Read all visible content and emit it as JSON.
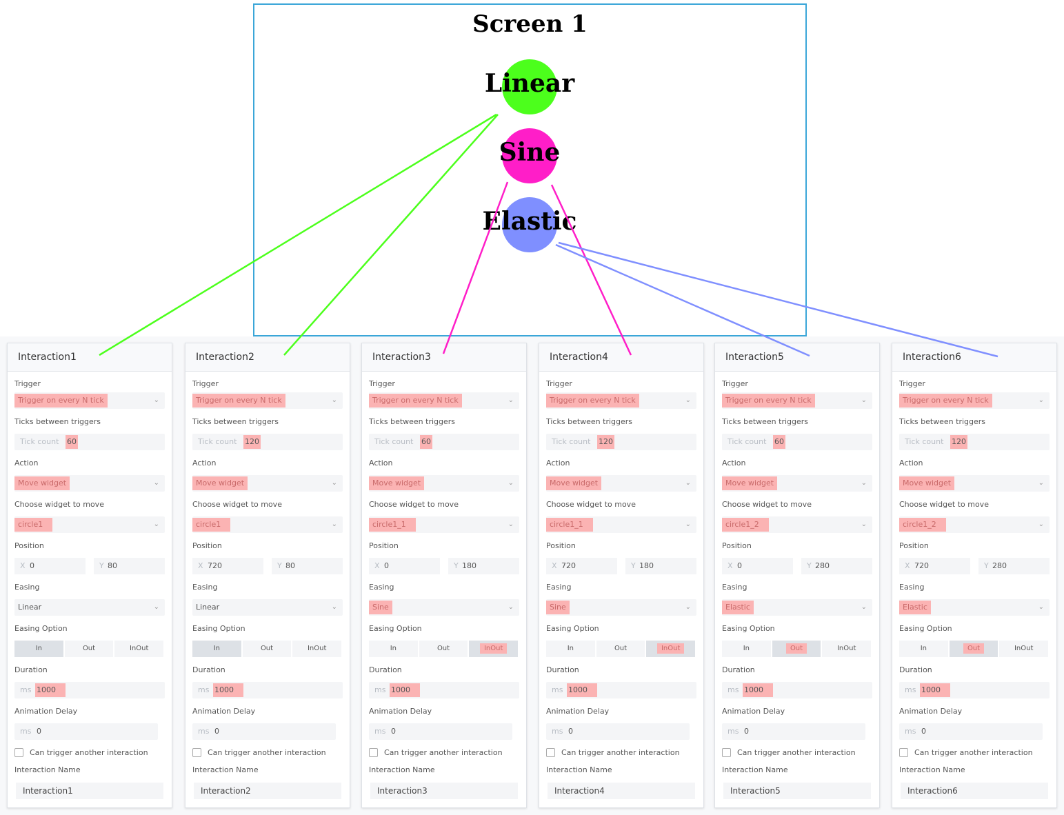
{
  "screen": {
    "title": "Screen 1",
    "circles": [
      {
        "label": "Linear",
        "color": "#4cff1c"
      },
      {
        "label": "Sine",
        "color": "#ff1ec8"
      },
      {
        "label": "Elastic",
        "color": "#7f8fff"
      }
    ]
  },
  "labels": {
    "trigger": "Trigger",
    "ticks": "Ticks between triggers",
    "tick_placeholder": "Tick count",
    "action": "Action",
    "choose": "Choose widget to move",
    "position": "Position",
    "x": "X",
    "y": "Y",
    "easing": "Easing",
    "easing_option": "Easing Option",
    "duration": "Duration",
    "ms": "ms",
    "delay": "Animation Delay",
    "can_trigger": "Can trigger another interaction",
    "interaction_name": "Interaction Name",
    "opt_in": "In",
    "opt_out": "Out",
    "opt_inout": "InOut"
  },
  "interactions": [
    {
      "title": "Interaction1",
      "trigger": "Trigger on every N tick",
      "ticks": "60",
      "action": "Move widget",
      "widget": "circle1",
      "x": "0",
      "y": "80",
      "easing": "Linear",
      "option": "In",
      "duration": "1000",
      "delay": "0",
      "name": "Interaction1"
    },
    {
      "title": "Interaction2",
      "trigger": "Trigger on every N tick",
      "ticks": "120",
      "action": "Move widget",
      "widget": "circle1",
      "x": "720",
      "y": "80",
      "easing": "Linear",
      "option": "In",
      "duration": "1000",
      "delay": "0",
      "name": "Interaction2"
    },
    {
      "title": "Interaction3",
      "trigger": "Trigger on every N tick",
      "ticks": "60",
      "action": "Move widget",
      "widget": "circle1_1",
      "x": "0",
      "y": "180",
      "easing": "Sine",
      "option": "InOut",
      "duration": "1000",
      "delay": "0",
      "name": "Interaction3"
    },
    {
      "title": "Interaction4",
      "trigger": "Trigger on every N tick",
      "ticks": "120",
      "action": "Move widget",
      "widget": "circle1_1",
      "x": "720",
      "y": "180",
      "easing": "Sine",
      "option": "InOut",
      "duration": "1000",
      "delay": "0",
      "name": "Interaction4"
    },
    {
      "title": "Interaction5",
      "trigger": "Trigger on every N tick",
      "ticks": "60",
      "action": "Move widget",
      "widget": "circle1_2",
      "x": "0",
      "y": "280",
      "easing": "Elastic",
      "option": "Out",
      "duration": "1000",
      "delay": "0",
      "name": "Interaction5"
    },
    {
      "title": "Interaction6",
      "trigger": "Trigger on every N tick",
      "ticks": "120",
      "action": "Move widget",
      "widget": "circle1_2",
      "x": "720",
      "y": "280",
      "easing": "Elastic",
      "option": "Out",
      "duration": "1000",
      "delay": "0",
      "name": "Interaction6"
    }
  ]
}
